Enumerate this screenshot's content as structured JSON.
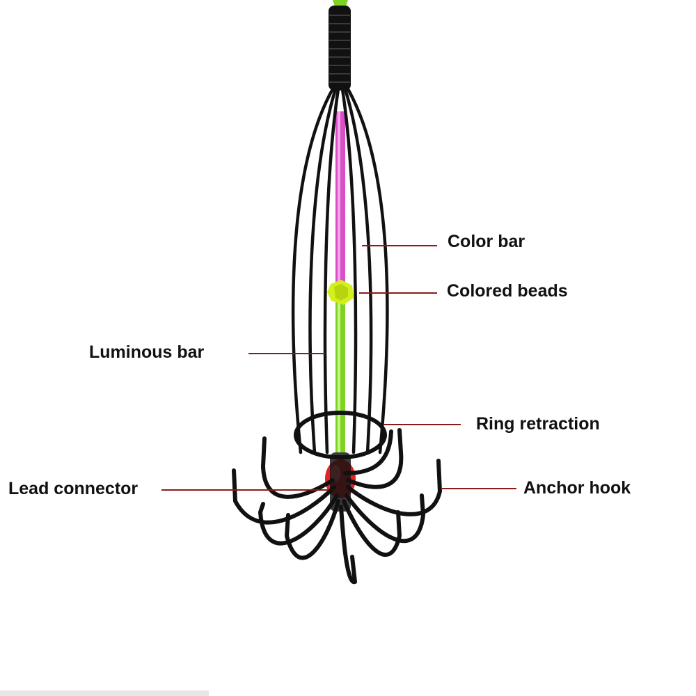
{
  "labels": {
    "color_bar": "Color bar",
    "colored_beads": "Colored beads",
    "luminous_bar": "Luminous bar",
    "ring_retraction": "Ring retraction",
    "lead_connector": "Lead connector",
    "anchor_hook": "Anchor hook"
  },
  "colors": {
    "label_text": "#111111",
    "leader_line": "#8b1a1a",
    "wire": "#111111",
    "color_bar": "#d94fc7",
    "luminous_bar": "#7ed321",
    "bead": "#d4f01c",
    "lead_connector": "#e02424"
  },
  "icons": {
    "product": "squid-jig-hook-icon"
  }
}
